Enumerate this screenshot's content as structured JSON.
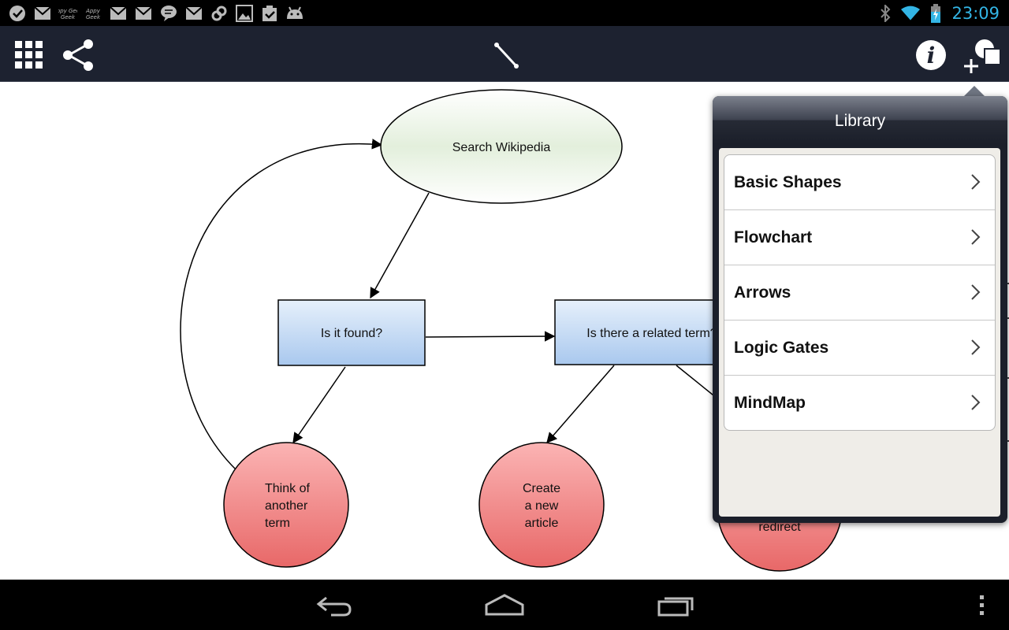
{
  "status_bar": {
    "notification_icons": [
      "check-circle-icon",
      "gmail-icon",
      "appy-geek-icon",
      "appy-geek-icon",
      "gmail-icon",
      "gmail-icon",
      "chat-icon",
      "gmail-icon",
      "link-icon",
      "image-icon",
      "clipboard-check-icon",
      "android-icon"
    ],
    "appy_geek_label": "Appy Geek",
    "time": "23:09",
    "time_color": "#33b5e5",
    "battery_color": "#33b5e5"
  },
  "toolbar": {
    "left_icons": [
      "grid-menu-icon",
      "share-icon"
    ],
    "center_icon": "connector-line-icon",
    "right_icons": [
      "info-icon",
      "add-shape-icon"
    ]
  },
  "diagram": {
    "nodes": [
      {
        "id": "search",
        "shape": "ellipse",
        "label": "Search Wikipedia",
        "fill": "#e6f1df"
      },
      {
        "id": "found",
        "shape": "rectangle",
        "label": "Is it found?",
        "fill": "#bcd4f0"
      },
      {
        "id": "related",
        "shape": "rectangle",
        "label": "Is there a related term?",
        "fill": "#bcd4f0"
      },
      {
        "id": "think",
        "shape": "circle",
        "lines": [
          "Think of",
          "another",
          "term"
        ],
        "fill": "#f08a8a"
      },
      {
        "id": "create",
        "shape": "circle",
        "lines": [
          "Create",
          "a new",
          "article"
        ],
        "fill": "#f08a8a"
      },
      {
        "id": "redirect",
        "shape": "circle",
        "lines": [
          "redirect"
        ],
        "fill": "#f08a8a"
      }
    ]
  },
  "library": {
    "title": "Library",
    "items": [
      {
        "label": "Basic Shapes"
      },
      {
        "label": "Flowchart"
      },
      {
        "label": "Arrows"
      },
      {
        "label": "Logic Gates"
      },
      {
        "label": "MindMap"
      }
    ]
  },
  "nav_bar": {
    "buttons": [
      "back-icon",
      "home-icon",
      "recent-apps-icon"
    ],
    "overflow": "overflow-menu-icon"
  }
}
